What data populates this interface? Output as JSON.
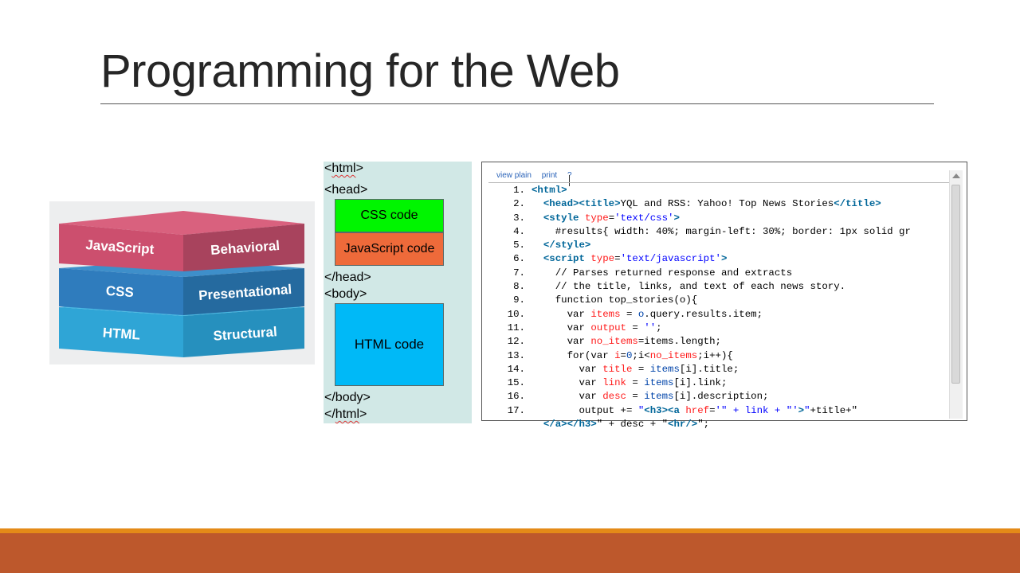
{
  "slide": {
    "title": "Programming for the Web"
  },
  "stack": {
    "layers": [
      {
        "name": "JavaScript",
        "role": "Behavioral",
        "top_color": "#d9617e",
        "front_color": "#cc4f6e",
        "side_color": "#a8435d"
      },
      {
        "name": "CSS",
        "role": "Presentational",
        "top_color": "#3e8fca",
        "front_color": "#2f7cbd",
        "side_color": "#256a9f"
      },
      {
        "name": "HTML",
        "role": "Structural",
        "top_color": "#46b7e3",
        "front_color": "#2fa5d6",
        "side_color": "#2690be"
      }
    ]
  },
  "structure": {
    "html_open": "<html>",
    "head_open": "<head>",
    "css_label": "CSS code",
    "js_label": "JavaScript code",
    "head_close": "</head>",
    "body_open": "<body>",
    "html_label": "HTML code",
    "body_close": "</body>",
    "html_close": "</html>",
    "colors": {
      "css": "#00f500",
      "js": "#ee6a3a",
      "html": "#00b9f7",
      "panel": "#d1e8e6"
    }
  },
  "code_viewer": {
    "toolbar": {
      "view_plain": "view plain",
      "print": "print",
      "help": "?"
    },
    "lines": [
      {
        "n": "1.",
        "parts": [
          [
            "tag",
            "<html>"
          ]
        ]
      },
      {
        "n": "2.",
        "parts": [
          [
            "t",
            "  "
          ],
          [
            "tag",
            "<head><title>"
          ],
          [
            "t",
            "YQL and RSS: Yahoo! Top News Stories"
          ],
          [
            "tag",
            "</title>"
          ]
        ]
      },
      {
        "n": "3.",
        "parts": [
          [
            "t",
            "  "
          ],
          [
            "tag",
            "<style "
          ],
          [
            "red",
            "type"
          ],
          [
            "t",
            "="
          ],
          [
            "str",
            "'text/css'"
          ],
          [
            "tag",
            ">"
          ]
        ]
      },
      {
        "n": "4.",
        "parts": [
          [
            "t",
            "    #results{ width: 40%; margin-left: 30%; border: 1px solid gr"
          ]
        ]
      },
      {
        "n": "5.",
        "parts": [
          [
            "t",
            "  "
          ],
          [
            "tag",
            "</style>"
          ]
        ]
      },
      {
        "n": "6.",
        "parts": [
          [
            "t",
            "  "
          ],
          [
            "tag",
            "<script "
          ],
          [
            "red",
            "type"
          ],
          [
            "t",
            "="
          ],
          [
            "str",
            "'text/javascript'"
          ],
          [
            "tag",
            ">"
          ]
        ]
      },
      {
        "n": "7.",
        "parts": [
          [
            "t",
            "    // Parses returned response and extracts"
          ]
        ]
      },
      {
        "n": "8.",
        "parts": [
          [
            "t",
            "    // the title, links, and text of each news story."
          ]
        ]
      },
      {
        "n": "9.",
        "parts": [
          [
            "t",
            "    function top_stories(o){"
          ]
        ]
      },
      {
        "n": "10.",
        "parts": [
          [
            "t",
            "      var "
          ],
          [
            "red",
            "items"
          ],
          [
            "t",
            " = "
          ],
          [
            "id",
            "o"
          ],
          [
            "t",
            ".query.results.item;"
          ]
        ]
      },
      {
        "n": "11.",
        "parts": [
          [
            "t",
            "      var "
          ],
          [
            "red",
            "output"
          ],
          [
            "t",
            " = "
          ],
          [
            "str",
            "''"
          ],
          [
            "t",
            ";"
          ]
        ]
      },
      {
        "n": "12.",
        "parts": [
          [
            "t",
            "      var "
          ],
          [
            "red",
            "no_items"
          ],
          [
            "t",
            "=items.length;"
          ]
        ]
      },
      {
        "n": "13.",
        "parts": [
          [
            "t",
            "      for(var "
          ],
          [
            "red",
            "i"
          ],
          [
            "t",
            "="
          ],
          [
            "id",
            "0"
          ],
          [
            "t",
            ";i<"
          ],
          [
            "red",
            "no_items"
          ],
          [
            "t",
            ";i++){"
          ]
        ]
      },
      {
        "n": "14.",
        "parts": [
          [
            "t",
            "        var "
          ],
          [
            "red",
            "title"
          ],
          [
            "t",
            " = "
          ],
          [
            "id",
            "items"
          ],
          [
            "t",
            "[i].title;"
          ]
        ]
      },
      {
        "n": "15.",
        "parts": [
          [
            "t",
            "        var "
          ],
          [
            "red",
            "link"
          ],
          [
            "t",
            " = "
          ],
          [
            "id",
            "items"
          ],
          [
            "t",
            "[i].link;"
          ]
        ]
      },
      {
        "n": "16.",
        "parts": [
          [
            "t",
            "        var "
          ],
          [
            "red",
            "desc"
          ],
          [
            "t",
            " = "
          ],
          [
            "id",
            "items"
          ],
          [
            "t",
            "[i].description;"
          ]
        ]
      },
      {
        "n": "17.",
        "parts": [
          [
            "t",
            "        output += "
          ],
          [
            "str",
            "\""
          ],
          [
            "tag",
            "<h3><a "
          ],
          [
            "red",
            "href"
          ],
          [
            "t",
            "="
          ],
          [
            "str",
            "'\" + link + \"'"
          ],
          [
            "tag",
            ">"
          ],
          [
            "str",
            "\""
          ],
          [
            "t",
            "+title+\""
          ]
        ]
      },
      {
        "n": "",
        "parts": [
          [
            "t",
            "  "
          ],
          [
            "tag",
            "</a></h3>"
          ],
          [
            "t",
            "\" + desc + \""
          ],
          [
            "tag",
            "<hr/>"
          ],
          [
            "t",
            "\";"
          ]
        ]
      }
    ]
  }
}
